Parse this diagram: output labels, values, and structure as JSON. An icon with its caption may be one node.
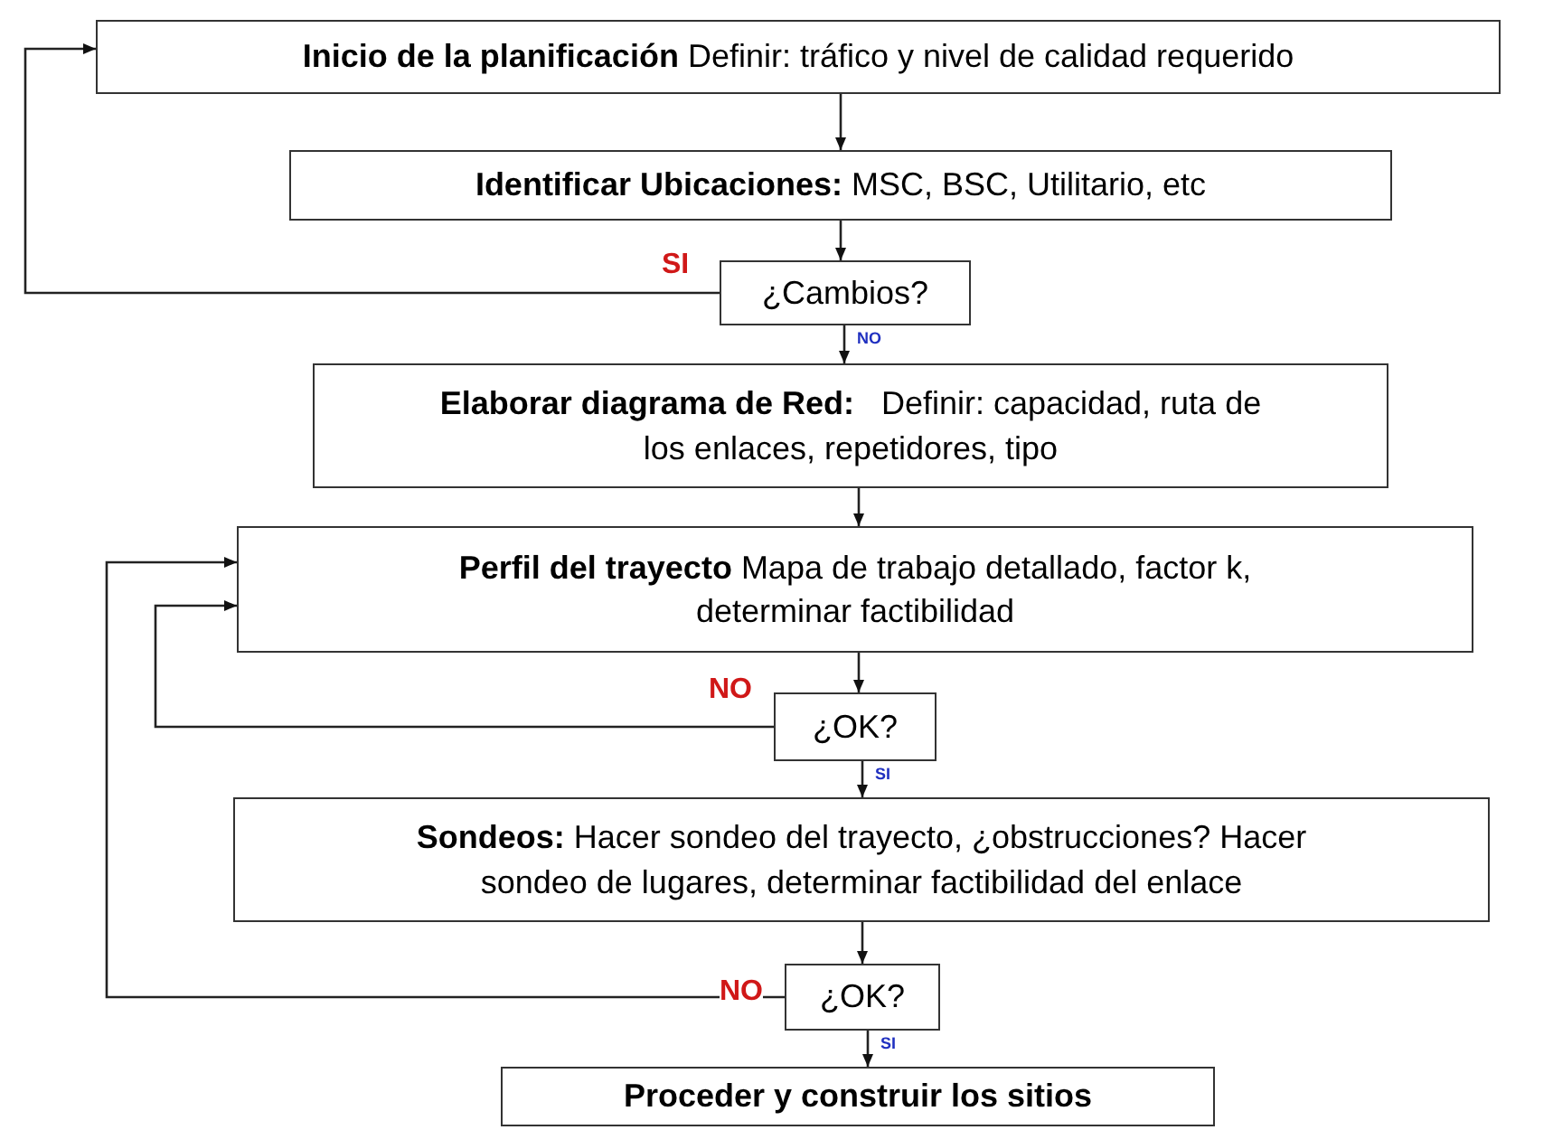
{
  "diagram": {
    "nodes": [
      {
        "text": [
          "**Inicio de la planificación** Definir: tráfico y nivel de calidad requerido"
        ]
      },
      {
        "text": [
          "**Identificar Ubicaciones:** MSC, BSC, Utilitario, etc"
        ]
      },
      {
        "text": [
          "¿Cambios?"
        ]
      },
      {
        "text": [
          "**Elaborar diagrama de Red:**   Definir: capacidad, ruta de los enlaces, repetidores, tipo"
        ]
      },
      {
        "text": [
          "**Perfil del trayecto** Mapa de trabajo detallado, factor k, determinar factibilidad"
        ]
      },
      {
        "text": [
          "¿OK?"
        ]
      },
      {
        "text": [
          "**Sondeos:** Hacer sondeo del trayecto, ¿obstrucciones? Hacer sondeo de lugares, determinar factibilidad del enlace"
        ]
      },
      {
        "text": [
          "¿OK?"
        ]
      },
      {
        "text": [
          "**Proceder y construir los sitios**"
        ]
      }
    ],
    "edges": [
      {
        "from": 0,
        "to": 1,
        "arrow": "to"
      },
      {
        "from": 1,
        "to": 2,
        "arrow": "to"
      },
      {
        "from": 2,
        "to": 0,
        "arrow": "to",
        "label": "SI"
      },
      {
        "from": 2,
        "to": 3,
        "arrow": "to",
        "label": "NO"
      },
      {
        "from": 3,
        "to": 4,
        "arrow": "to"
      },
      {
        "from": 4,
        "to": 5,
        "arrow": "to"
      },
      {
        "from": 5,
        "to": 4,
        "arrow": "to",
        "label": "NO"
      },
      {
        "from": 5,
        "to": 6,
        "arrow": "to",
        "label": "SI"
      },
      {
        "from": 6,
        "to": 7,
        "arrow": "to"
      },
      {
        "from": 7,
        "to": 4,
        "arrow": "to",
        "label": "NO"
      },
      {
        "from": 7,
        "to": 8,
        "arrow": "to",
        "label": "SI"
      }
    ]
  }
}
